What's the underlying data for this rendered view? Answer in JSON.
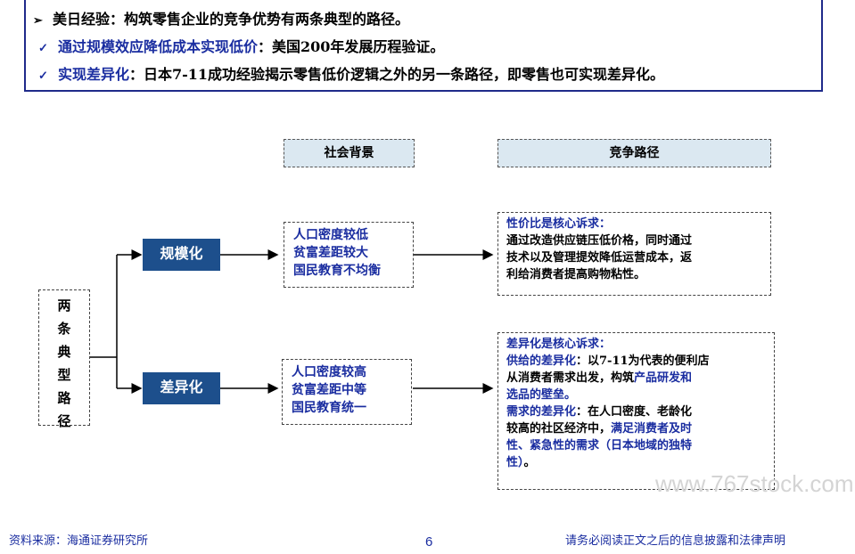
{
  "summary": {
    "line1": {
      "label": "美日经验：",
      "text": "构筑零售企业的竞争优势有两条典型的路径。"
    },
    "line2": {
      "label": "通过规模效应降低成本实现低价",
      "text": "：美国200年发展历程验证。"
    },
    "line3": {
      "label": "实现差异化",
      "text": "：日本7-11成功经验揭示零售低价逻辑之外的另一条路径，即零售也可实现差异化。"
    }
  },
  "diagram": {
    "header_social": "社会背景",
    "header_route": "竞争路径",
    "root_chars": [
      "两",
      "条",
      "典",
      "型",
      "路",
      "径"
    ],
    "branch_scale": "规模化",
    "branch_diff": "差异化",
    "scale_context": [
      "人口密度较低",
      "贫富差距较大",
      "国民教育不均衡"
    ],
    "diff_context": [
      "人口密度较高",
      "贫富差距中等",
      "国民教育统一"
    ],
    "scale_route": {
      "head": "性价比是核心诉求：",
      "body": [
        "通过改造供应链压低价格，同时通过",
        "技术以及管理提效降低运营成本，返",
        "利给消费者提高购物粘性。"
      ]
    },
    "diff_route": {
      "head": "差异化是核心诉求：",
      "supply_label": "供给的差异化",
      "supply_text1": "：以7-11为代表的便利店",
      "supply_text2": "从消费者需求出发，构筑",
      "supply_hl1": "产品研发和",
      "supply_hl2": "选品的壁垒。",
      "demand_label": "需求的差异化",
      "demand_text1": "：在人口密度、老龄化",
      "demand_text2": "较高的社区经济中，",
      "demand_hl1": "满足消费者及时",
      "demand_hl2": "性、紧急性的需求（日本地域的独特",
      "demand_hl3": "性）",
      "demand_end": "。"
    }
  },
  "footer": {
    "source": "资料来源：海通证券研究所",
    "page": "6",
    "disclaimer": "请务必阅读正文之后的信息披露和法律声明"
  },
  "watermark": "www.767stock.com",
  "colors": {
    "navy": "#1d4f8c",
    "text_blue": "#1a2da0",
    "header_fill": "#dbe8f1",
    "border_blue": "#1f2a8a"
  }
}
